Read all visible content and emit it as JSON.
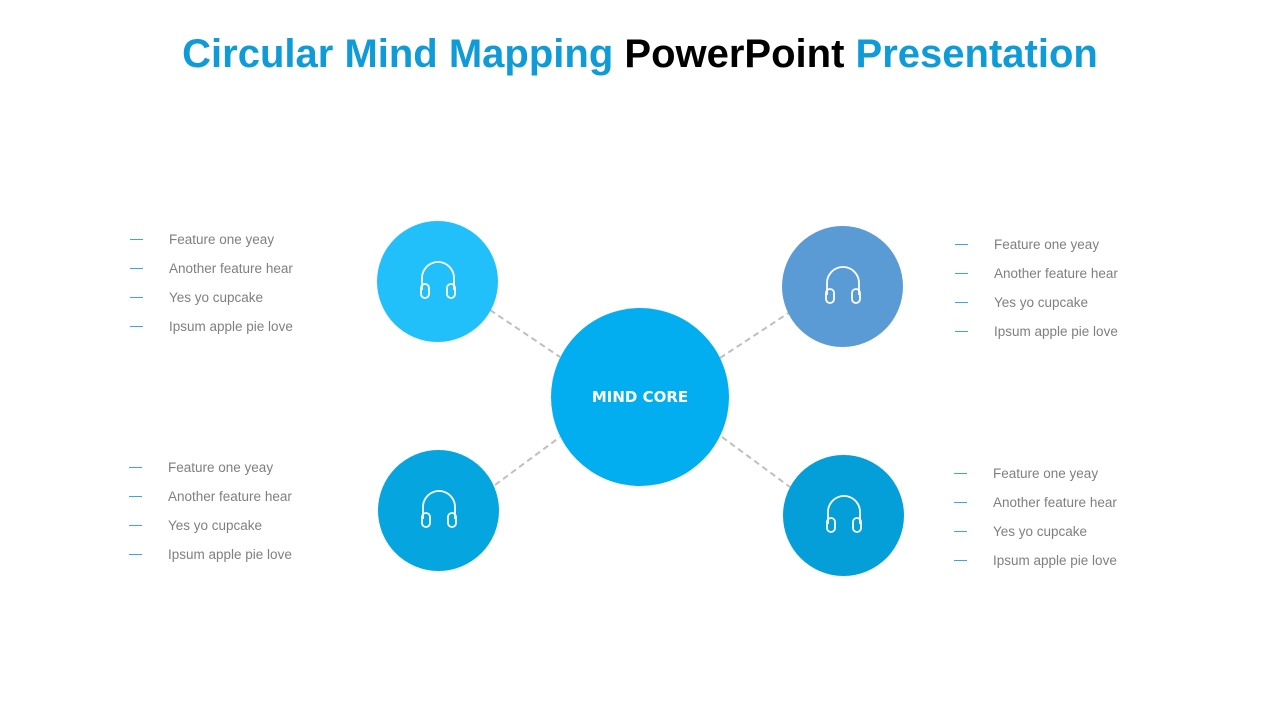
{
  "title": {
    "part1": "Circular Mind Mapping ",
    "part2": "PowerPoint",
    "part3": " Presentation"
  },
  "core": {
    "label": "MIND CORE",
    "color": "#02aeef"
  },
  "nodes": [
    {
      "icon": "headphones-icon",
      "color": "#21c0fb",
      "items": [
        "Feature one yeay",
        "Another feature hear",
        "Yes yo cupcake",
        "Ipsum apple pie love"
      ]
    },
    {
      "icon": "headphones-icon",
      "color": "#5b9bd5",
      "items": [
        "Feature one yeay",
        "Another feature hear",
        "Yes yo cupcake",
        "Ipsum apple pie love"
      ]
    },
    {
      "icon": "headphones-icon",
      "color": "#05a6e0",
      "items": [
        "Feature one yeay",
        "Another feature hear",
        "Yes yo cupcake",
        "Ipsum apple pie love"
      ]
    },
    {
      "icon": "headphones-icon",
      "color": "#049fd9",
      "items": [
        "Feature one yeay",
        "Another feature hear",
        "Yes yo cupcake",
        "Ipsum apple pie love"
      ]
    }
  ]
}
